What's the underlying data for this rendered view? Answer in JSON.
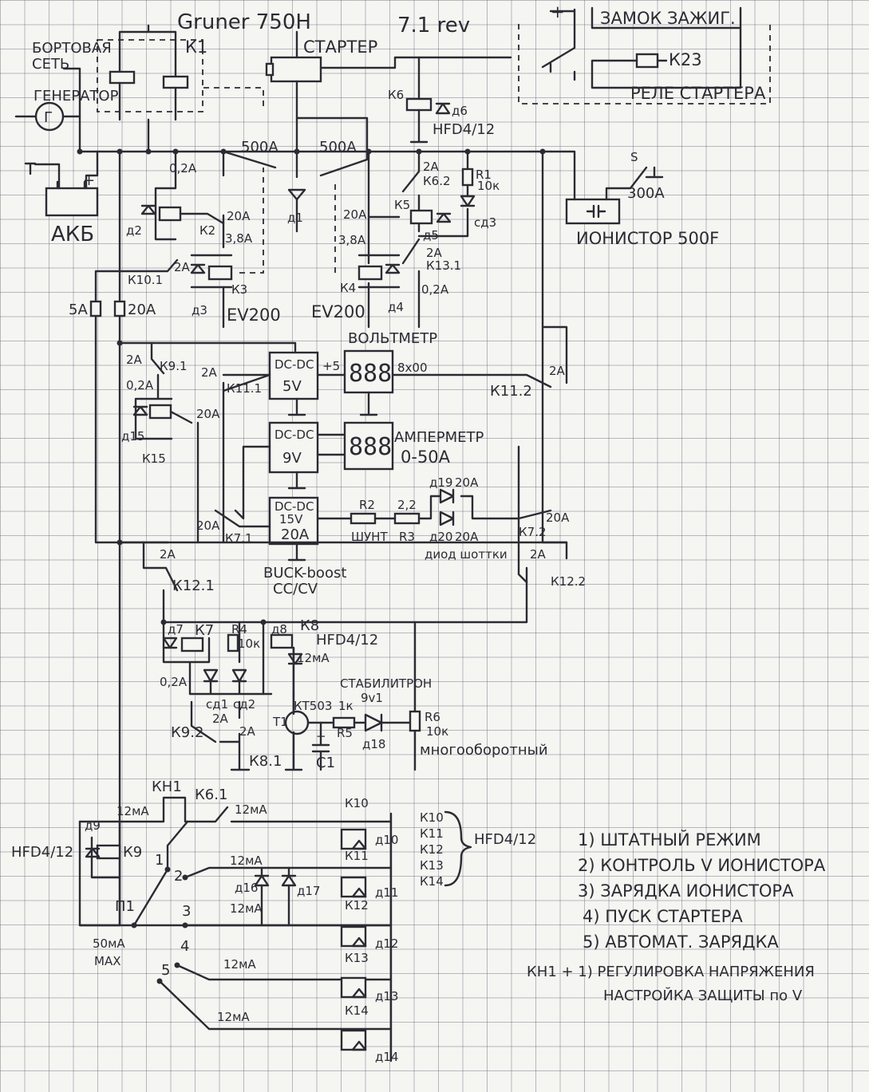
{
  "title": {
    "gruner": "Gruner 750H",
    "rev": "7.1 rev",
    "starter": "СТАРТЕР",
    "ignition": "ЗАМОК ЗАЖИГ.",
    "starter_relay": "РЕЛЕ СТАРТЕРА",
    "k23": "К23"
  },
  "power": {
    "board_net_1": "БОРТОВАЯ",
    "board_net_2": "СЕТЬ",
    "generator": "ГЕНЕРАТОР",
    "gen_symbol": "Г",
    "battery": "АКБ",
    "bat_plus": "+",
    "ionistor": "ИОНИСТОР 500F",
    "ionistor_current": "300А",
    "s_label": "S",
    "plus_label": "+",
    "k1": "К1",
    "i500a_1": "500А",
    "i500a_2": "500А"
  },
  "relays_top": {
    "k6": "К6",
    "d6": "д6",
    "hfd_k6": "HFD4/12",
    "r1": "R1",
    "r1_val": "10к",
    "cd3": "сд3",
    "k5": "К5",
    "d5": "д5",
    "k62": "К6.2",
    "k131": "К13.1",
    "i2a_k62": "2А",
    "i2a_k131": "2А",
    "i02a_k13": "0,2А",
    "i20a_k5": "20А",
    "k2": "К2",
    "d2": "д2",
    "i02a_k2": "0,2А",
    "i20a_k2": "20А",
    "i38a_k3": "3,8А",
    "k3": "К3",
    "d3": "д3",
    "ev200_1": "EV200",
    "i2a_k3": "2А",
    "k101": "К10.1",
    "d1": "д1",
    "k4": "К4",
    "d4": "д4",
    "ev200_2": "EV200",
    "i38a_k4": "3,8А",
    "f5a": "5А",
    "f20a": "20А"
  },
  "modules": {
    "voltmeter": "ВОЛЬТМЕТР",
    "voltmeter_digits": "888",
    "voltmeter_spec": "8х00",
    "plus5": "+5",
    "dcdc5_1": "DC-DC",
    "dcdc5_2": "5V",
    "ammeter": "АМПЕРМЕТР",
    "ammeter_range": "0-50А",
    "ammeter_digits": "888",
    "dcdc9_1": "DC-DC",
    "dcdc9_2": "9V",
    "dcdc15_1": "DC-DC",
    "dcdc15_2": "15V",
    "dcdc15_3": "20А",
    "buck_1": "BUCK-boost",
    "buck_2": "CC/CV",
    "r2": "R2",
    "shunt": "ШУНТ",
    "r3_val": "2,2",
    "r3": "R3",
    "d19": "д19",
    "d20": "д20",
    "i20a_d19": "20А",
    "i20a_d20": "20А",
    "schottky": "диод шоттки",
    "k91": "К9.1",
    "i2a_k91": "2А",
    "i02a_k15": "0,2А",
    "i20a_k15": "20А",
    "d15": "д15",
    "k15": "К15",
    "k111": "К11.1",
    "i2a_k111": "2А",
    "k112": "К11.2",
    "i2a_k112": "2А",
    "k71": "К7.1",
    "i20a_k71": "20А",
    "k72": "К7.2",
    "i20a_k72": "20А",
    "k121": "К12.1",
    "i2a_k121": "2А",
    "k122": "К12.2",
    "i2a_k122": "2А"
  },
  "control": {
    "d7": "д7",
    "k7": "К7",
    "r4": "R4",
    "r4_val": "10к",
    "d8": "д8",
    "k8": "К8",
    "hfd_k8": "HFD4/12",
    "i12ma_k8": "12мА",
    "i02a_k7": "0,2А",
    "cd1": "сд1",
    "cd2": "сд2",
    "transistor": "КТ503",
    "t1": "Т1",
    "r5_val": "1к",
    "r5": "R5",
    "zener": "СТАБИЛИТРОН",
    "zener_val": "9v1",
    "d18": "д18",
    "r6": "R6",
    "r6_val": "10к",
    "multiturn": "многооборотный",
    "k92": "К9.2",
    "i2a_k92": "2А",
    "i2a_k81": "2А",
    "k81": "К8.1",
    "c1": "С1",
    "c1_plus": "+"
  },
  "switches": {
    "kn1": "КН1",
    "k61": "К6.1",
    "i12ma_top": "12мА",
    "i12ma_k10": "12мА",
    "d9": "д9",
    "k9": "К9",
    "hfd_k9": "HFD4/12",
    "p1": "П1",
    "i50ma": "50мА",
    "max": "MAX",
    "pos1": "1",
    "pos2": "2",
    "pos3": "3",
    "pos4": "4",
    "pos5": "5",
    "i12ma_2": "12мА",
    "i12ma_3": "12мА",
    "i12ma_4": "12мА",
    "i12ma_5": "12мА",
    "d16": "д16",
    "d17": "д17",
    "k10": "К10",
    "k11": "К11",
    "k12": "К12",
    "k13": "К13",
    "k14": "К14",
    "d10": "д10",
    "d11": "д11",
    "d12": "д12",
    "d13": "д13",
    "d14": "д14",
    "group": [
      "К10",
      "К11",
      "К12",
      "К13",
      "К14"
    ],
    "hfd_group": "HFD4/12"
  },
  "legend": [
    "1) ШТАТНЫЙ РЕЖИМ",
    "2) КОНТРОЛЬ V ИОНИСТОРА",
    "3) ЗАРЯДКА ИОНИСТОРА",
    "4) ПУСК СТАРТЕРА",
    "5) АВТОМАТ. ЗАРЯДКА",
    "КН1 + 1) РЕГУЛИРОВКА НАПРЯЖЕНИЯ",
    "НАСТРОЙКА ЗАЩИТЫ по V"
  ]
}
